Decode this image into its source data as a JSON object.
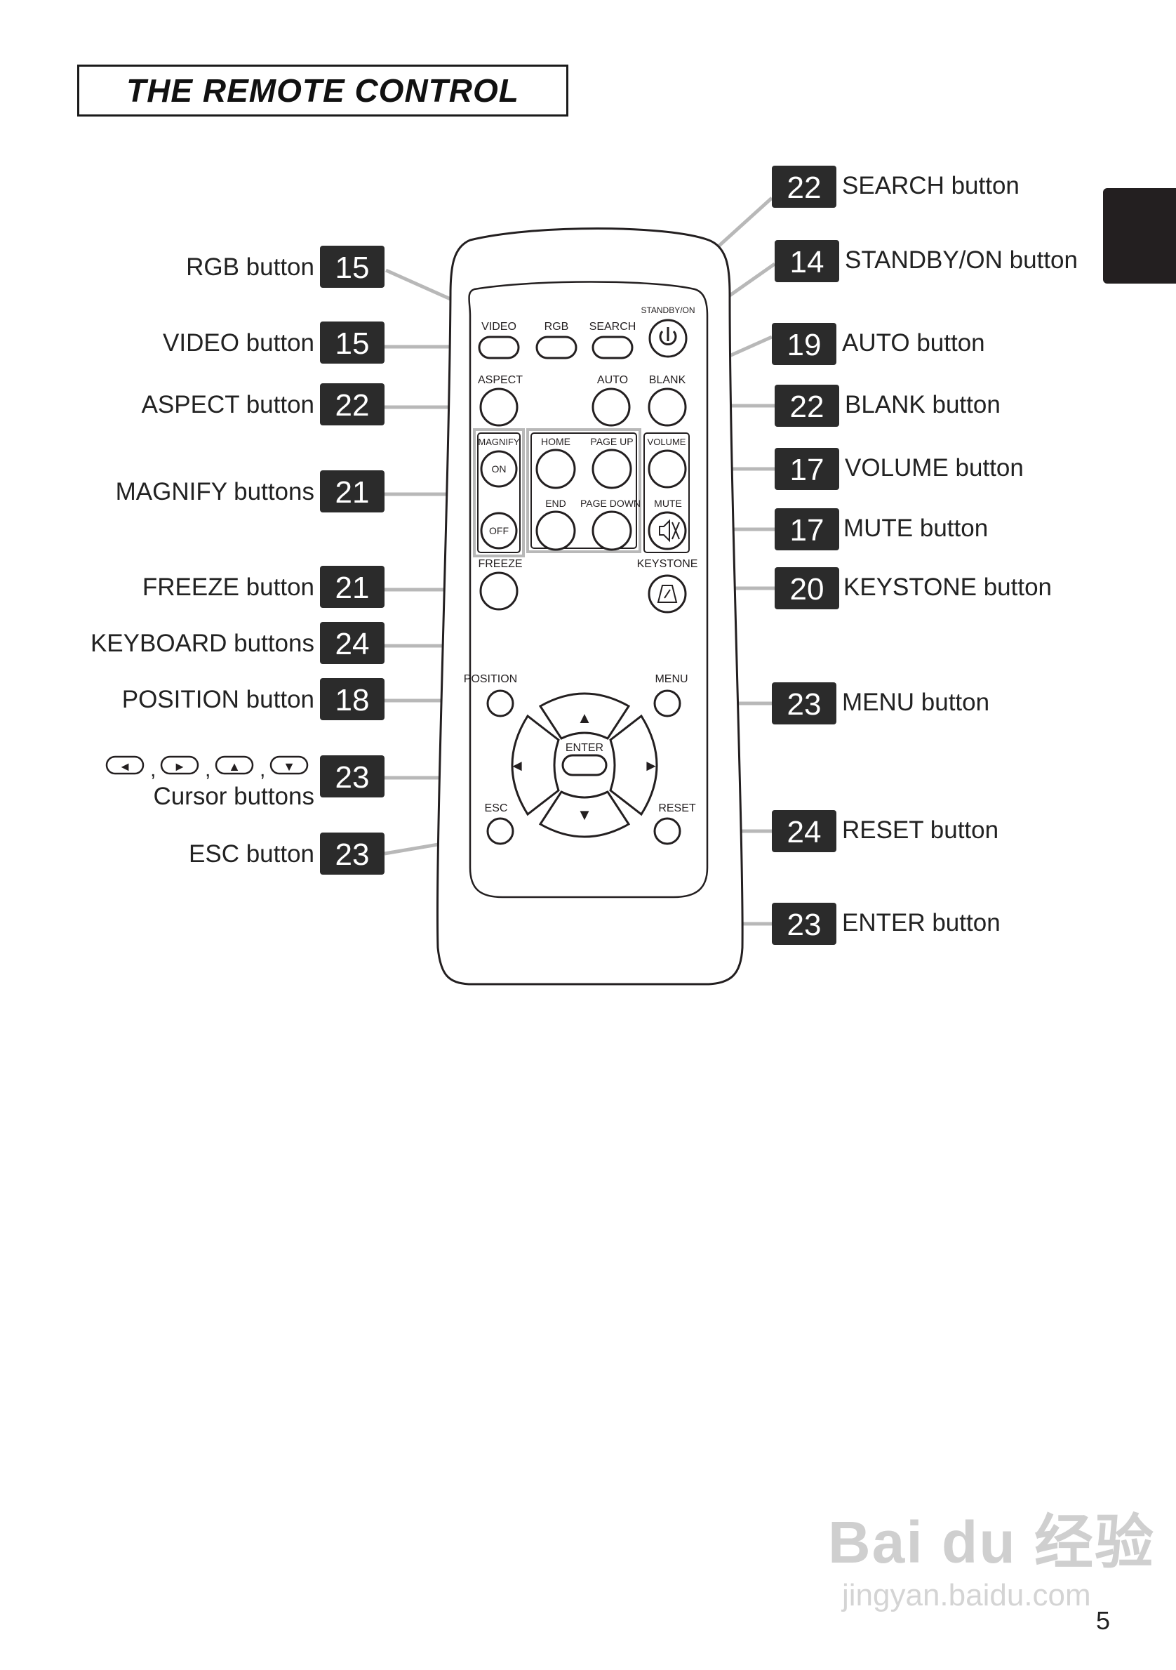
{
  "title": "THE REMOTE CONTROL",
  "page_number": "5",
  "colors": {
    "ink": "#231f20",
    "leader": "#b8b8b8",
    "badge": "#2b2b2b"
  },
  "callouts_left": [
    {
      "text": "RGB button",
      "page": "15"
    },
    {
      "text": "VIDEO button",
      "page": "15"
    },
    {
      "text": "ASPECT button",
      "page": "22"
    },
    {
      "text": "MAGNIFY buttons",
      "page": "21"
    },
    {
      "text": "FREEZE button",
      "page": "21"
    },
    {
      "text": "KEYBOARD buttons",
      "page": "24"
    },
    {
      "text": "POSITION button",
      "page": "18"
    },
    {
      "text": "Cursor buttons",
      "page": "23"
    },
    {
      "text": "ESC button",
      "page": "23"
    }
  ],
  "cursor_icons": [
    "◄",
    "►",
    "▲",
    "▼"
  ],
  "callouts_right": [
    {
      "text": "SEARCH button",
      "page": "22"
    },
    {
      "text": "STANDBY/ON button",
      "page": "14"
    },
    {
      "text": "AUTO button",
      "page": "19"
    },
    {
      "text": "BLANK button",
      "page": "22"
    },
    {
      "text": "VOLUME button",
      "page": "17"
    },
    {
      "text": "MUTE button",
      "page": "17"
    },
    {
      "text": "KEYSTONE button",
      "page": "20"
    },
    {
      "text": "MENU button",
      "page": "23"
    },
    {
      "text": "RESET button",
      "page": "24"
    },
    {
      "text": "ENTER button",
      "page": "23"
    }
  ],
  "remote_labels": {
    "video": "VIDEO",
    "rgb": "RGB",
    "search": "SEARCH",
    "standby": "STANDBY/ON",
    "aspect": "ASPECT",
    "auto": "AUTO",
    "blank": "BLANK",
    "magnify": "MAGNIFY",
    "on": "ON",
    "off": "OFF",
    "home": "HOME",
    "page_up": "PAGE UP",
    "end": "END",
    "page_down": "PAGE DOWN",
    "volume": "VOLUME",
    "mute": "MUTE",
    "freeze": "FREEZE",
    "keystone": "KEYSTONE",
    "position": "POSITION",
    "menu": "MENU",
    "enter": "ENTER",
    "esc": "ESC",
    "reset": "RESET",
    "up": "▲",
    "down": "▼",
    "left": "◄",
    "right": "►"
  },
  "watermark": {
    "brand": "Bai du 经验",
    "url": "jingyan.baidu.com"
  }
}
